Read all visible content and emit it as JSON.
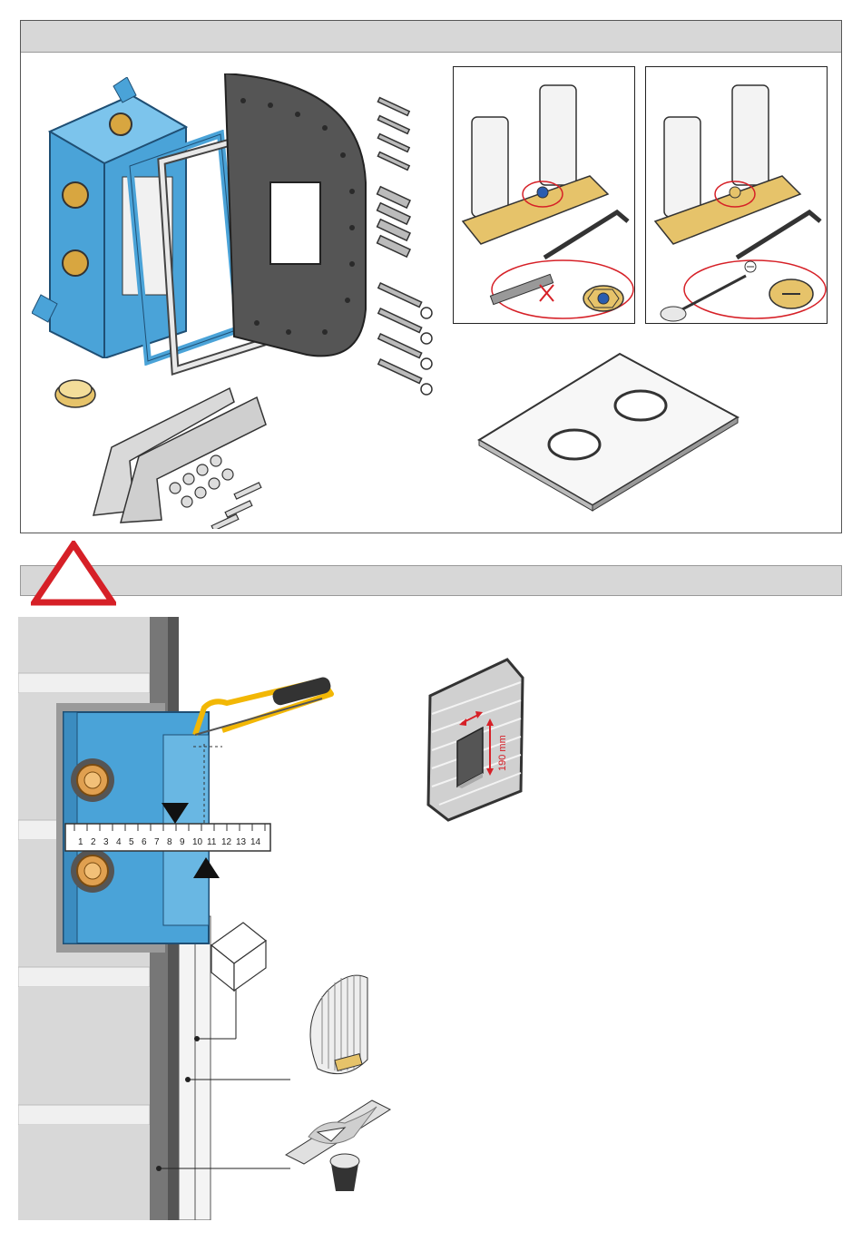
{
  "ruler": {
    "numbers": [
      "1",
      "2",
      "3",
      "4",
      "5",
      "6",
      "7",
      "8",
      "9",
      "10",
      "11",
      "12",
      "13",
      "14"
    ]
  },
  "dimension": {
    "height_label": "190 mm"
  },
  "colors": {
    "header_bar": "#d7d7d7",
    "box_blue": "#4aa3d8",
    "warning_red": "#d62027",
    "brass": "#e6c36a"
  }
}
